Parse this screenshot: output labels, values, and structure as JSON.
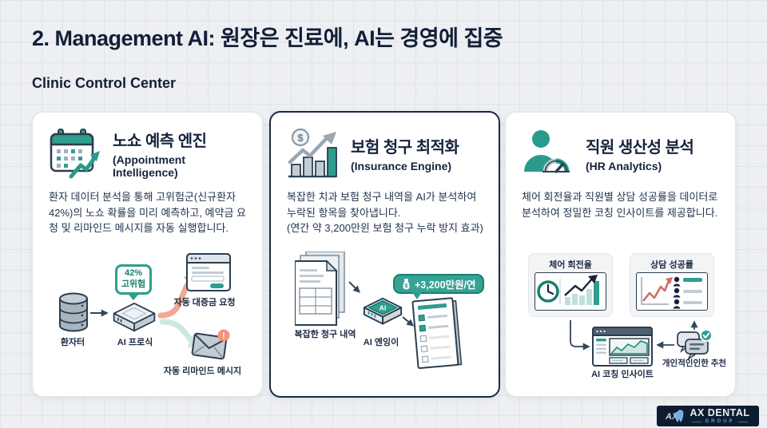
{
  "slide": {
    "title": "2. Management AI: 원장은 진료에, AI는 경영에 집중",
    "subtitle": "Clinic Control Center"
  },
  "cards": [
    {
      "title": "노쇼 예측 엔진",
      "subtitle": "(Appointment Intelligence)",
      "icon": "calendar-trend-icon",
      "body": "환자 데이터 분석을 통해 고위험군(신규환자 42%)의 노쇼 확률을 미리 예측하고, 예약금 요청 및 리마인드 메시지를 자동 실행합니다.",
      "diagram": {
        "db_label": "환자터",
        "ai_label": "AI 프로식",
        "risk_badge_value": "42%",
        "risk_badge_text": "고위험",
        "output_top_label": "자동 대증금 요청",
        "output_bottom_label": "자동 리마인드 메시지"
      }
    },
    {
      "title": "보험 청구 최적화",
      "subtitle": "(Insurance Engine)",
      "icon": "bar-chart-dollar-icon",
      "body": "복잡한 치과 보험 청구 내역을 AI가 분석하여 누락된 항목을 찾아냅니다.",
      "body_note": "(연간 약 3,200만윈 보험 청구 누락 방지 효과)",
      "diagram": {
        "docs_label": "복잡한 청구 내역",
        "ai_label": "AI 엔잉이",
        "ai_chip": "AI",
        "gain_badge": "+3,200만원/연"
      }
    },
    {
      "title": "직원 생산성 분석",
      "subtitle": "(HR Analytics)",
      "icon": "person-gauge-icon",
      "body": "체어 회전율과 직원별 상담 성공률을 데이터로 분석하여 정밀한 코칭 인사이트를 제공합니다.",
      "diagram": {
        "panel_left_label": "체어 회전율",
        "panel_right_label": "상담 성공률",
        "insight_label": "AI 코칭 인사이트",
        "recommend_label": "개인적인인한 추천"
      }
    }
  ],
  "glyphs": {
    "dollar": "$",
    "exclamation": "!"
  },
  "logo": {
    "emblem": "AX",
    "brand": "AX DENTAL",
    "group": "GROUP"
  },
  "colors": {
    "navy": "#16233E",
    "teal": "#2F9D8F",
    "teal_dark": "#16806F",
    "salmon_arrow": "#F2A693",
    "mint_arrow": "#CDE7E1",
    "alert_salmon": "#F2937F",
    "chart_red": "#CF6E5F",
    "background": "#EDEFF2"
  }
}
